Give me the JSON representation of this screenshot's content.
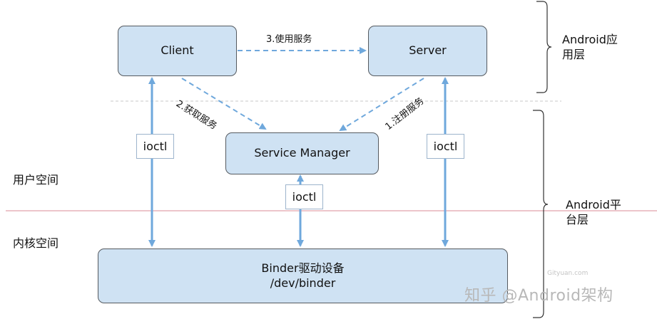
{
  "nodes": {
    "client": "Client",
    "server": "Server",
    "service_manager": "Service Manager",
    "binder_line1": "Binder驱动设备",
    "binder_line2": "/dev/binder"
  },
  "edges": {
    "use_service": "3.使用服务",
    "get_service": "2.获取服务",
    "register_service": "1.注册服务"
  },
  "ioctl_label": "ioctl",
  "zones": {
    "user_space": "用户空间",
    "kernel_space": "内核空间"
  },
  "layers": {
    "app_layer": [
      "Android应",
      "用层"
    ],
    "platform_layer": [
      "Android平",
      "台层"
    ]
  },
  "watermarks": {
    "site": "Gityuan.com",
    "zhihu": "知乎 @Android架构"
  },
  "colors": {
    "box_fill": "#cfe2f3",
    "arrow": "#6fa8dc",
    "dashed_arrow": "#6fa8dc",
    "divider_red": "#e2a2ac",
    "divider_gray": "#c9c9c9"
  }
}
